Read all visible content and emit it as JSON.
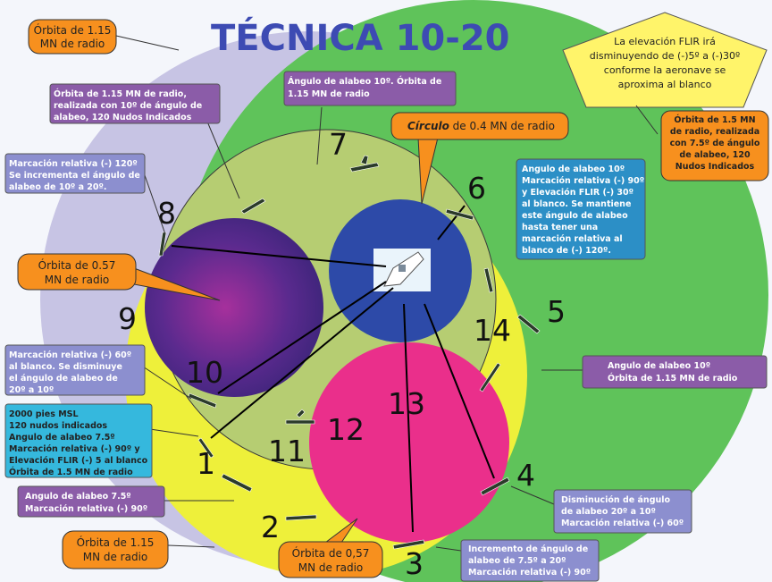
{
  "title": "TÉCNICA 10-20",
  "numbers": [
    "1",
    "2",
    "3",
    "4",
    "5",
    "6",
    "7",
    "8",
    "9",
    "10",
    "11",
    "12",
    "13",
    "14"
  ],
  "callouts": {
    "orbita_115_top": [
      "Órbita de 1.15",
      "MN de radio"
    ],
    "flir_elevation": [
      "La elevación FLIR irá",
      "disminuyendo de (-)5º a (-)30º",
      "conforme la aeronave se",
      "aproxima al blanco"
    ],
    "angulo_10_orbita": [
      "Ángulo de alabeo 10º. Órbita de",
      "1.15 MN de radio"
    ],
    "orbita_115_realizada": [
      "Órbita de 1.15 MN de radio,",
      "realizada con 10º de ángulo de",
      "alabeo, 120 Nudos Indicados"
    ],
    "circulo_04_bold": "Círculo",
    "circulo_04_rest": " de 0.4 MN de radio",
    "orbita_15_right": [
      "Órbita de 1.5 MN",
      "de radio, realizada",
      "con 7.5º de ángulo",
      "de alabeo, 120",
      "Nudos Indicados"
    ],
    "marcacion_120": [
      "Marcación relativa (-) 120º",
      "Se incrementa el ángulo de",
      "alabeo de 10º a 20º."
    ],
    "angulo_10_marcacion_90": [
      "Angulo de alabeo 10º",
      "Marcación relativa (-) 90º",
      "y Elevación FLIR (-) 30º",
      "al blanco. Se mantiene",
      "este ángulo de alabeo",
      "hasta tener una",
      "marcación relativa al",
      "blanco de (-) 120º."
    ],
    "orbita_057_left": [
      "Órbita de 0.57",
      "MN de radio"
    ],
    "angulo_10_orbita_115_right": [
      "Angulo de alabeo 10º",
      "Órbita de 1.15 MN de radio"
    ],
    "marcacion_60_left": [
      "Marcación relativa (-) 60º",
      "al blanco. Se disminuye",
      "el ángulo de alabeo de",
      "20º a 10º"
    ],
    "msl_2000": [
      "2000 pies MSL",
      "120 nudos indicados",
      "Angulo de alabeo 7.5º",
      "Marcación relativa (-) 90º y",
      "Elevación FLIR (-) 5 al blanco",
      "Órbita de 1.5 MN de radio"
    ],
    "angulo_75_marcacion_90": [
      "Angulo de alabeo 7.5º",
      "Marcación relativa (-) 90º"
    ],
    "disminucion_20_10": [
      "Disminución de ángulo",
      "de alabeo 20º a 10º",
      "Marcación relativa (-) 60º"
    ],
    "orbita_115_bottom": [
      "Órbita de 1.15",
      "MN de radio"
    ],
    "orbita_057_bottom": [
      "Órbita de 0,57",
      "MN de radio"
    ],
    "incremento_75_20": [
      "Incremento de ángulo de",
      "alabeo de 7.5º a 20º",
      "Marcación relativa (-) 90º"
    ]
  },
  "colors": {
    "orange": "#f7901e",
    "purple": "#8b5ca8",
    "lavender": "#8c8fcf",
    "teal": "#2c8fc6",
    "cyan": "#35b8dd",
    "yellow_pentagon": "#fff46a",
    "green_big": "#5fc35a",
    "yellow_circle": "#eef03a",
    "olive_circle": "#b6cd72",
    "lilac_circle": "#c7c4e4",
    "violet_circle": "#4a2d8a",
    "blue_circle": "#2d4aa8",
    "pink_circle": "#ea2f8b"
  }
}
